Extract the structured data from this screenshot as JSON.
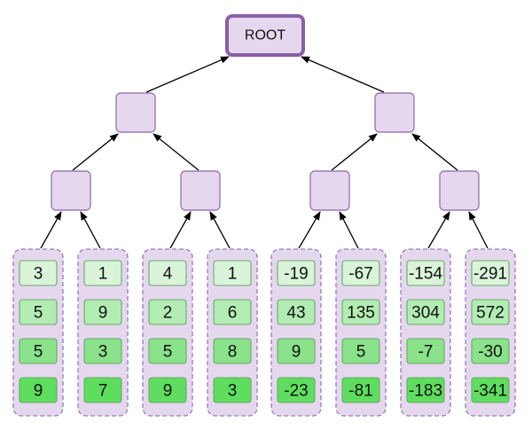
{
  "root": {
    "label": "ROOT"
  },
  "colors": {
    "node_fill": "#e5d8ee",
    "node_border": "#9a7bb3",
    "root_border": "#8a5fa6",
    "cell_shades": [
      "#d9f4d9",
      "#b3ecb3",
      "#8ae28a",
      "#5fdd5f"
    ],
    "edge": "#000000"
  },
  "leaf_groups": [
    [
      "3",
      "5",
      "5",
      "9"
    ],
    [
      "1",
      "9",
      "3",
      "7"
    ],
    [
      "4",
      "2",
      "5",
      "9"
    ],
    [
      "1",
      "6",
      "8",
      "3"
    ],
    [
      "-19",
      "43",
      "9",
      "-23"
    ],
    [
      "-67",
      "135",
      "5",
      "-81"
    ],
    [
      "-154",
      "304",
      "-7",
      "-183"
    ],
    [
      "-291",
      "572",
      "-30",
      "-341"
    ]
  ]
}
